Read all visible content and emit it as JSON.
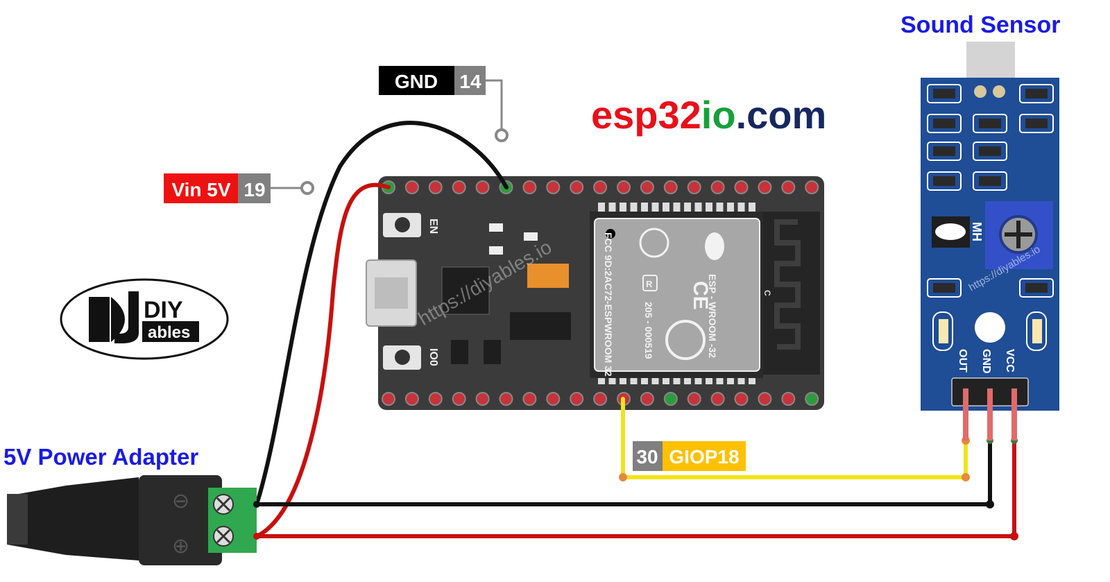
{
  "site_title": {
    "part1": "esp",
    "part2": "32",
    "part3": "io",
    "part4": ".com"
  },
  "sound_sensor": {
    "title": "Sound Sensor",
    "chip_label": "MH",
    "pins": [
      "OUT",
      "GND",
      "VCC"
    ],
    "watermark": "https://diyables.io"
  },
  "esp32": {
    "button_en": "EN",
    "button_io0": "IO0",
    "module_fcc": "FCC 9D:2AC72-ESPWROOM 32",
    "module_cert": "205 - 000519",
    "module_name": "ESP - WROOM -32",
    "module_r": "R",
    "module_ce": "CE",
    "antenna_c": "C",
    "watermark": "https://diyables.io"
  },
  "labels": {
    "gnd": {
      "name": "GND",
      "pin": "14"
    },
    "vin": {
      "name": "Vin 5V",
      "pin": "19"
    },
    "giop": {
      "pin": "30",
      "name": "GIOP18"
    }
  },
  "power_adapter": {
    "title": "5V Power Adapter",
    "minus": "⊖",
    "plus": "⊕"
  },
  "logo": {
    "diy": "DIY",
    "ables": "ables"
  },
  "colors": {
    "wire_black": "#111111",
    "wire_red": "#c8100e",
    "wire_yellow": "#f2e316",
    "title_blue": "#1a1ae6",
    "esp_red": "#e8101a",
    "io_green": "#17a03a",
    "com_navy": "#16285e",
    "sensor_blue": "#1f4d96",
    "label_yellow": "#ffc000",
    "label_red": "#ee1111"
  }
}
